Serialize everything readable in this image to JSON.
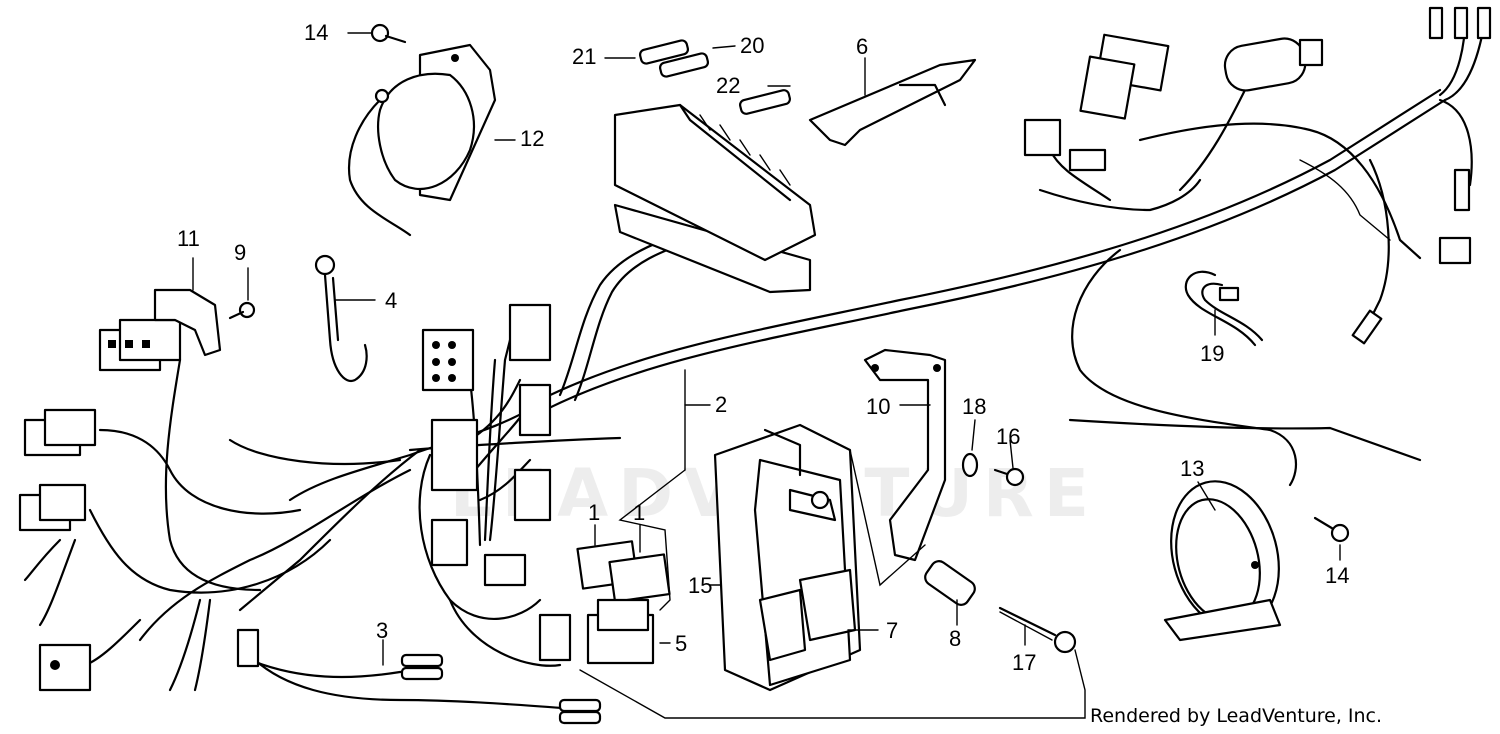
{
  "callouts": [
    {
      "id": "c1a",
      "text": "1"
    },
    {
      "id": "c1b",
      "text": "1"
    },
    {
      "id": "c2",
      "text": "2"
    },
    {
      "id": "c3",
      "text": "3"
    },
    {
      "id": "c4",
      "text": "4"
    },
    {
      "id": "c5",
      "text": "5"
    },
    {
      "id": "c6",
      "text": "6"
    },
    {
      "id": "c7",
      "text": "7"
    },
    {
      "id": "c8",
      "text": "8"
    },
    {
      "id": "c9",
      "text": "9"
    },
    {
      "id": "c10",
      "text": "10"
    },
    {
      "id": "c11",
      "text": "11"
    },
    {
      "id": "c12",
      "text": "12"
    },
    {
      "id": "c13",
      "text": "13"
    },
    {
      "id": "c14a",
      "text": "14"
    },
    {
      "id": "c14b",
      "text": "14"
    },
    {
      "id": "c15",
      "text": "15"
    },
    {
      "id": "c16",
      "text": "16"
    },
    {
      "id": "c17",
      "text": "17"
    },
    {
      "id": "c18",
      "text": "18"
    },
    {
      "id": "c19",
      "text": "19"
    },
    {
      "id": "c20",
      "text": "20"
    },
    {
      "id": "c21",
      "text": "21"
    },
    {
      "id": "c22",
      "text": "22"
    }
  ],
  "credit": "Rendered by LeadVenture, Inc.",
  "watermark": "LEADVENTURE"
}
